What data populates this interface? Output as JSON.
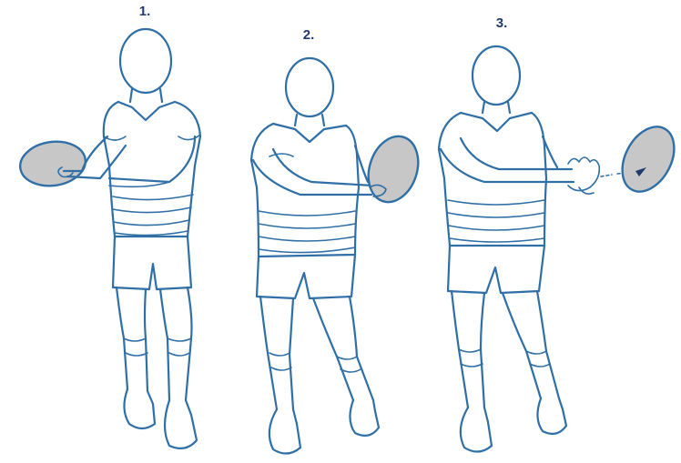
{
  "steps": [
    {
      "label": "1."
    },
    {
      "label": "2."
    },
    {
      "label": "3."
    }
  ],
  "colors": {
    "line": "#2f6fa6",
    "ball": "#c7c7c7",
    "label": "#1f3b6e",
    "background": "#ffffff"
  }
}
